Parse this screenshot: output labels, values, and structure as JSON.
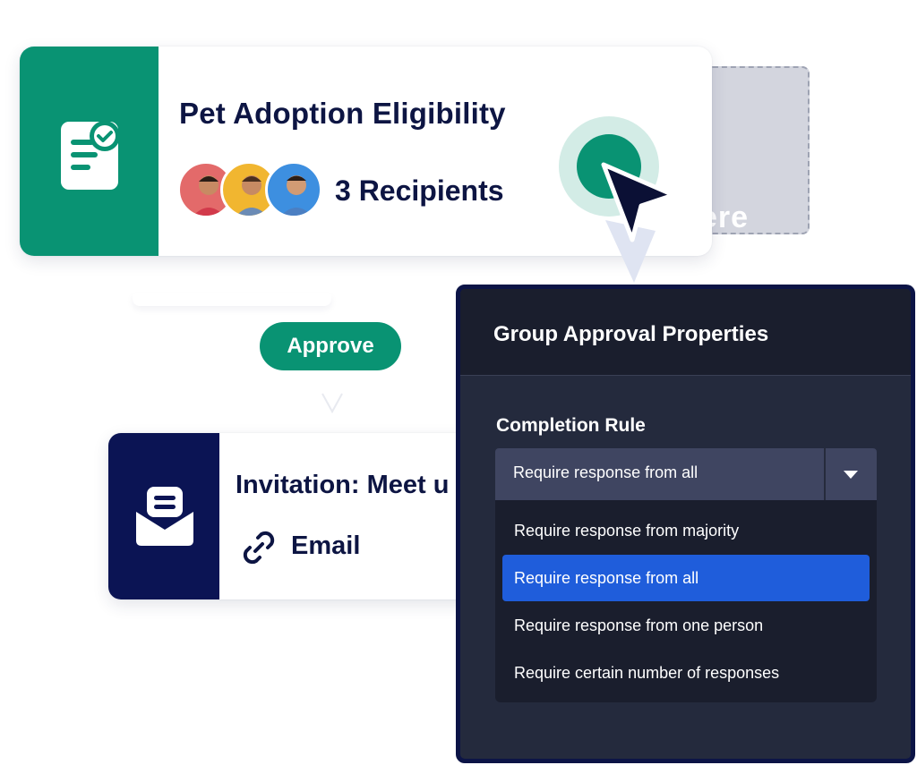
{
  "form_card": {
    "title": "Pet Adoption Eligibility",
    "recipients": "3 Recipients"
  },
  "ghost_card": {
    "partial_text": "ere"
  },
  "approve": {
    "label": "Approve"
  },
  "email_card": {
    "title": "Invitation: Meet u",
    "type_label": "Email"
  },
  "panel": {
    "title": "Group Approval Properties",
    "field_label": "Completion Rule",
    "selected_value": "Require response from all",
    "options": [
      "Require response from majority",
      "Require response from all",
      "Require response from one person",
      "Require certain number of responses"
    ],
    "highlighted_index": 1
  },
  "colors": {
    "brand_green": "#099373",
    "navy": "#0b1454",
    "panel_bg": "#242a3d",
    "highlight_blue": "#1f5ddb"
  },
  "icons": {
    "form": "form-check-icon",
    "email": "envelope-icon",
    "link": "link-icon",
    "cursor": "cursor-icon",
    "caret": "caret-down-icon"
  }
}
